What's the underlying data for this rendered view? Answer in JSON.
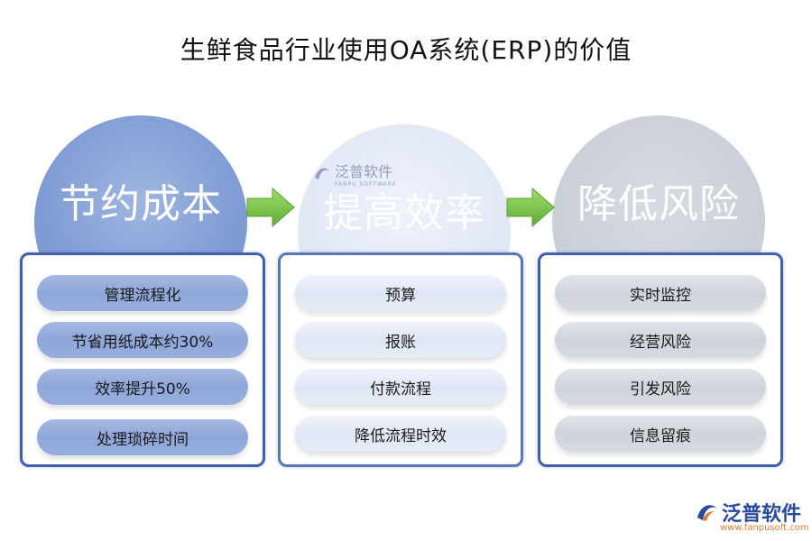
{
  "title": "生鲜食品行业使用OA系统(ERP)的价值",
  "columns": [
    {
      "heading": "节约成本",
      "items": [
        "管理流程化",
        "节省用纸成本约30%",
        "效率提升50%",
        "处理琐碎时间"
      ]
    },
    {
      "heading": "提高效率",
      "items": [
        "预算",
        "报账",
        "付款流程",
        "降低流程时效"
      ]
    },
    {
      "heading": "降低风险",
      "items": [
        "实时监控",
        "经营风险",
        "引发风险",
        "信息留痕"
      ]
    }
  ],
  "watermark": {
    "name": "泛普软件",
    "sub": "FANPU SOFTWARE"
  },
  "logo": {
    "name": "泛普软件",
    "url": "www.fanpusoft.com"
  },
  "colors": {
    "panel_border": "#3f5fae",
    "arrow": "#6fbf3f",
    "logo": "#2a4aa0"
  },
  "icons": {
    "arrow": "right-arrow-icon",
    "logo": "fanpu-logo-icon"
  }
}
